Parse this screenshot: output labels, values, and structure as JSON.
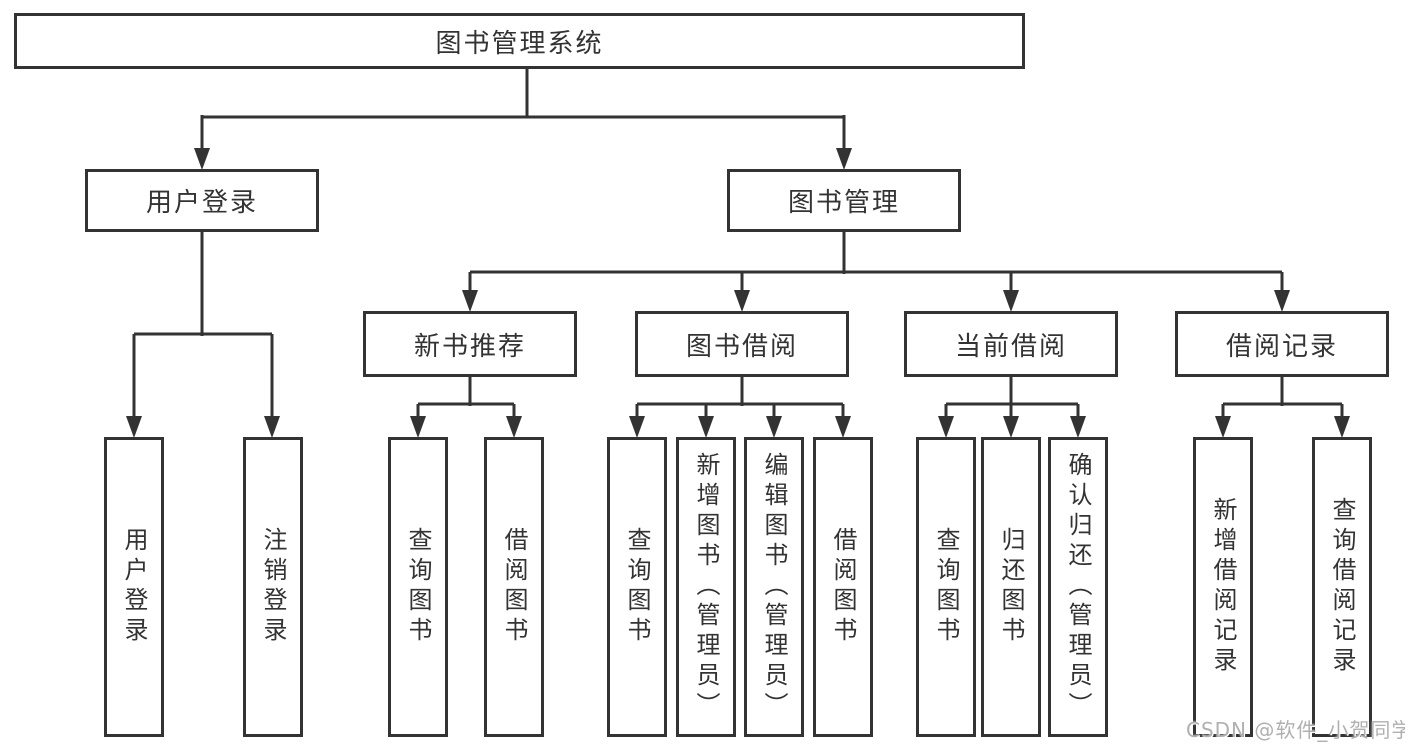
{
  "tree": {
    "label": "图书管理系统",
    "children": [
      {
        "label": "用户登录",
        "children": [
          {
            "label": "用户登录"
          },
          {
            "label": "注销登录"
          }
        ]
      },
      {
        "label": "图书管理",
        "children": [
          {
            "label": "新书推荐",
            "children": [
              {
                "label": "查询图书"
              },
              {
                "label": "借阅图书"
              }
            ]
          },
          {
            "label": "图书借阅",
            "children": [
              {
                "label": "查询图书"
              },
              {
                "label": "新增图书（管理员）"
              },
              {
                "label": "编辑图书（管理员）"
              },
              {
                "label": "借阅图书"
              }
            ]
          },
          {
            "label": "当前借阅",
            "children": [
              {
                "label": "查询图书"
              },
              {
                "label": "归还图书"
              },
              {
                "label": "确认归还（管理员）"
              }
            ]
          },
          {
            "label": "借阅记录",
            "children": [
              {
                "label": "新增借阅记录"
              },
              {
                "label": "查询借阅记录"
              }
            ]
          }
        ]
      }
    ]
  },
  "watermark": "CSDN @软件_小贺同学",
  "colors": {
    "line": "#333333",
    "text": "#333333",
    "watermark": "#b0b0b0",
    "background": "#ffffff"
  }
}
